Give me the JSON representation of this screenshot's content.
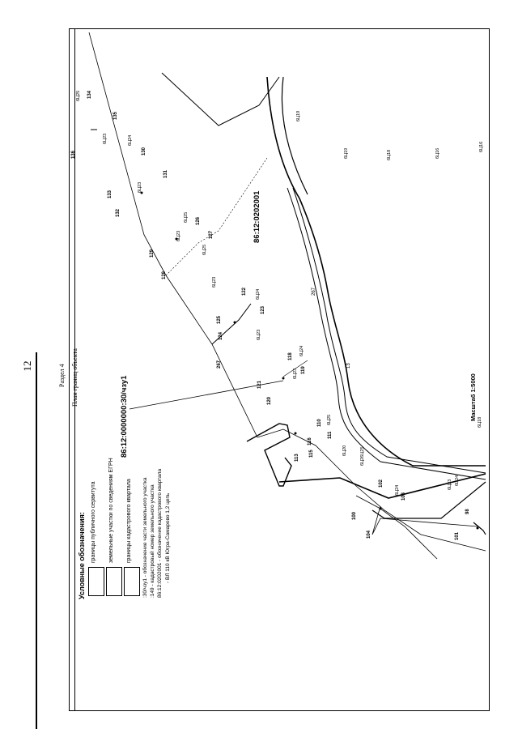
{
  "page": {
    "number": "12"
  },
  "header": {
    "section": "Раздел 4",
    "plan_title": "План границ объекта"
  },
  "legend": {
    "title": "Условные обозначения:",
    "items": [
      "границы публичного сервитута",
      "земельные участки по сведениям ЕГРН",
      "границы кадастрового квартала"
    ],
    "notes": [
      ":30/чзу1 - обозначение части земельного участка",
      ":149 - кадастровый номер земельного участка",
      "86:12:0202001 - обозначение кадастрового квартала",
      "- ВЛ 110 кВ Югра-Самарово 1,2 цепь"
    ]
  },
  "map": {
    "cadastral_part": "86:12:0000000:30/чзу1",
    "quarter": "86:12:0202001",
    "scale": "Масштаб 1:5000",
    "parcel_labels": [
      "134",
      "135",
      "130",
      "131",
      "133",
      "132",
      "126",
      "127",
      "129",
      "128",
      "122",
      "123",
      "125",
      "124",
      "267",
      "118",
      "119",
      "121",
      "120",
      "116",
      "110",
      "111",
      "115",
      "113",
      "102",
      "103",
      "100",
      "104",
      "98",
      "101",
      "136"
    ],
    "pole_labels": [
      "6Ц25",
      "6Ц23",
      "6Ц24",
      "6Ц23",
      "6Ц25",
      "6Ц23",
      "6Ц25",
      "6Ц23",
      "6Ц24",
      "6Ц23",
      "6Ц24",
      "6Ц23",
      "6Ц24",
      "6Ц25",
      "6Ц20",
      "6Ц26Ц25",
      "6Ц24",
      "6Ц23",
      "6Ц24",
      "6Ц19",
      "6Ц18",
      "6Ц19",
      "6Ц18",
      "6Ц16",
      "6Ц16",
      "6Ц18"
    ],
    "road_labels": [
      "267",
      "13"
    ]
  }
}
